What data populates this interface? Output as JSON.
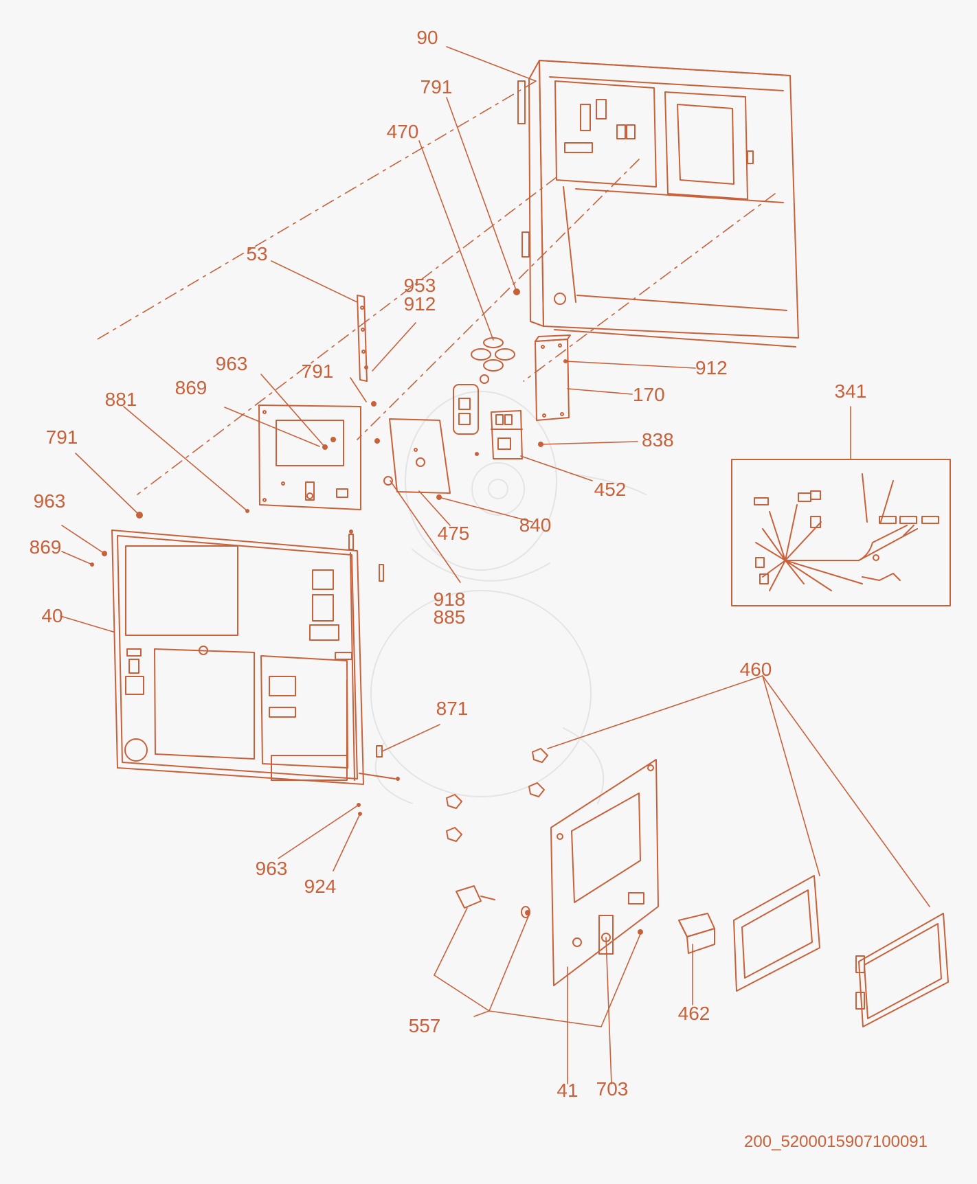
{
  "colors": {
    "line": "#c8613a",
    "background": "#f7f7f7",
    "watermark": "#e2e2e2"
  },
  "callouts": {
    "c90": "90",
    "c791a": "791",
    "c470": "470",
    "c53": "53",
    "c953": "953",
    "c912a": "912",
    "c963a": "963",
    "c791b": "791",
    "c869a": "869",
    "c881": "881",
    "c791c": "791",
    "c963b": "963",
    "c869b": "869",
    "c40": "40",
    "c912b": "912",
    "c170": "170",
    "c838": "838",
    "c452": "452",
    "c840": "840",
    "c475": "475",
    "c918": "918",
    "c885": "885",
    "c341": "341",
    "c871": "871",
    "c963c": "963",
    "c924": "924",
    "c460": "460",
    "c557": "557",
    "c41": "41",
    "c703": "703",
    "c462": "462"
  },
  "document_id": "200_5200015907100091"
}
